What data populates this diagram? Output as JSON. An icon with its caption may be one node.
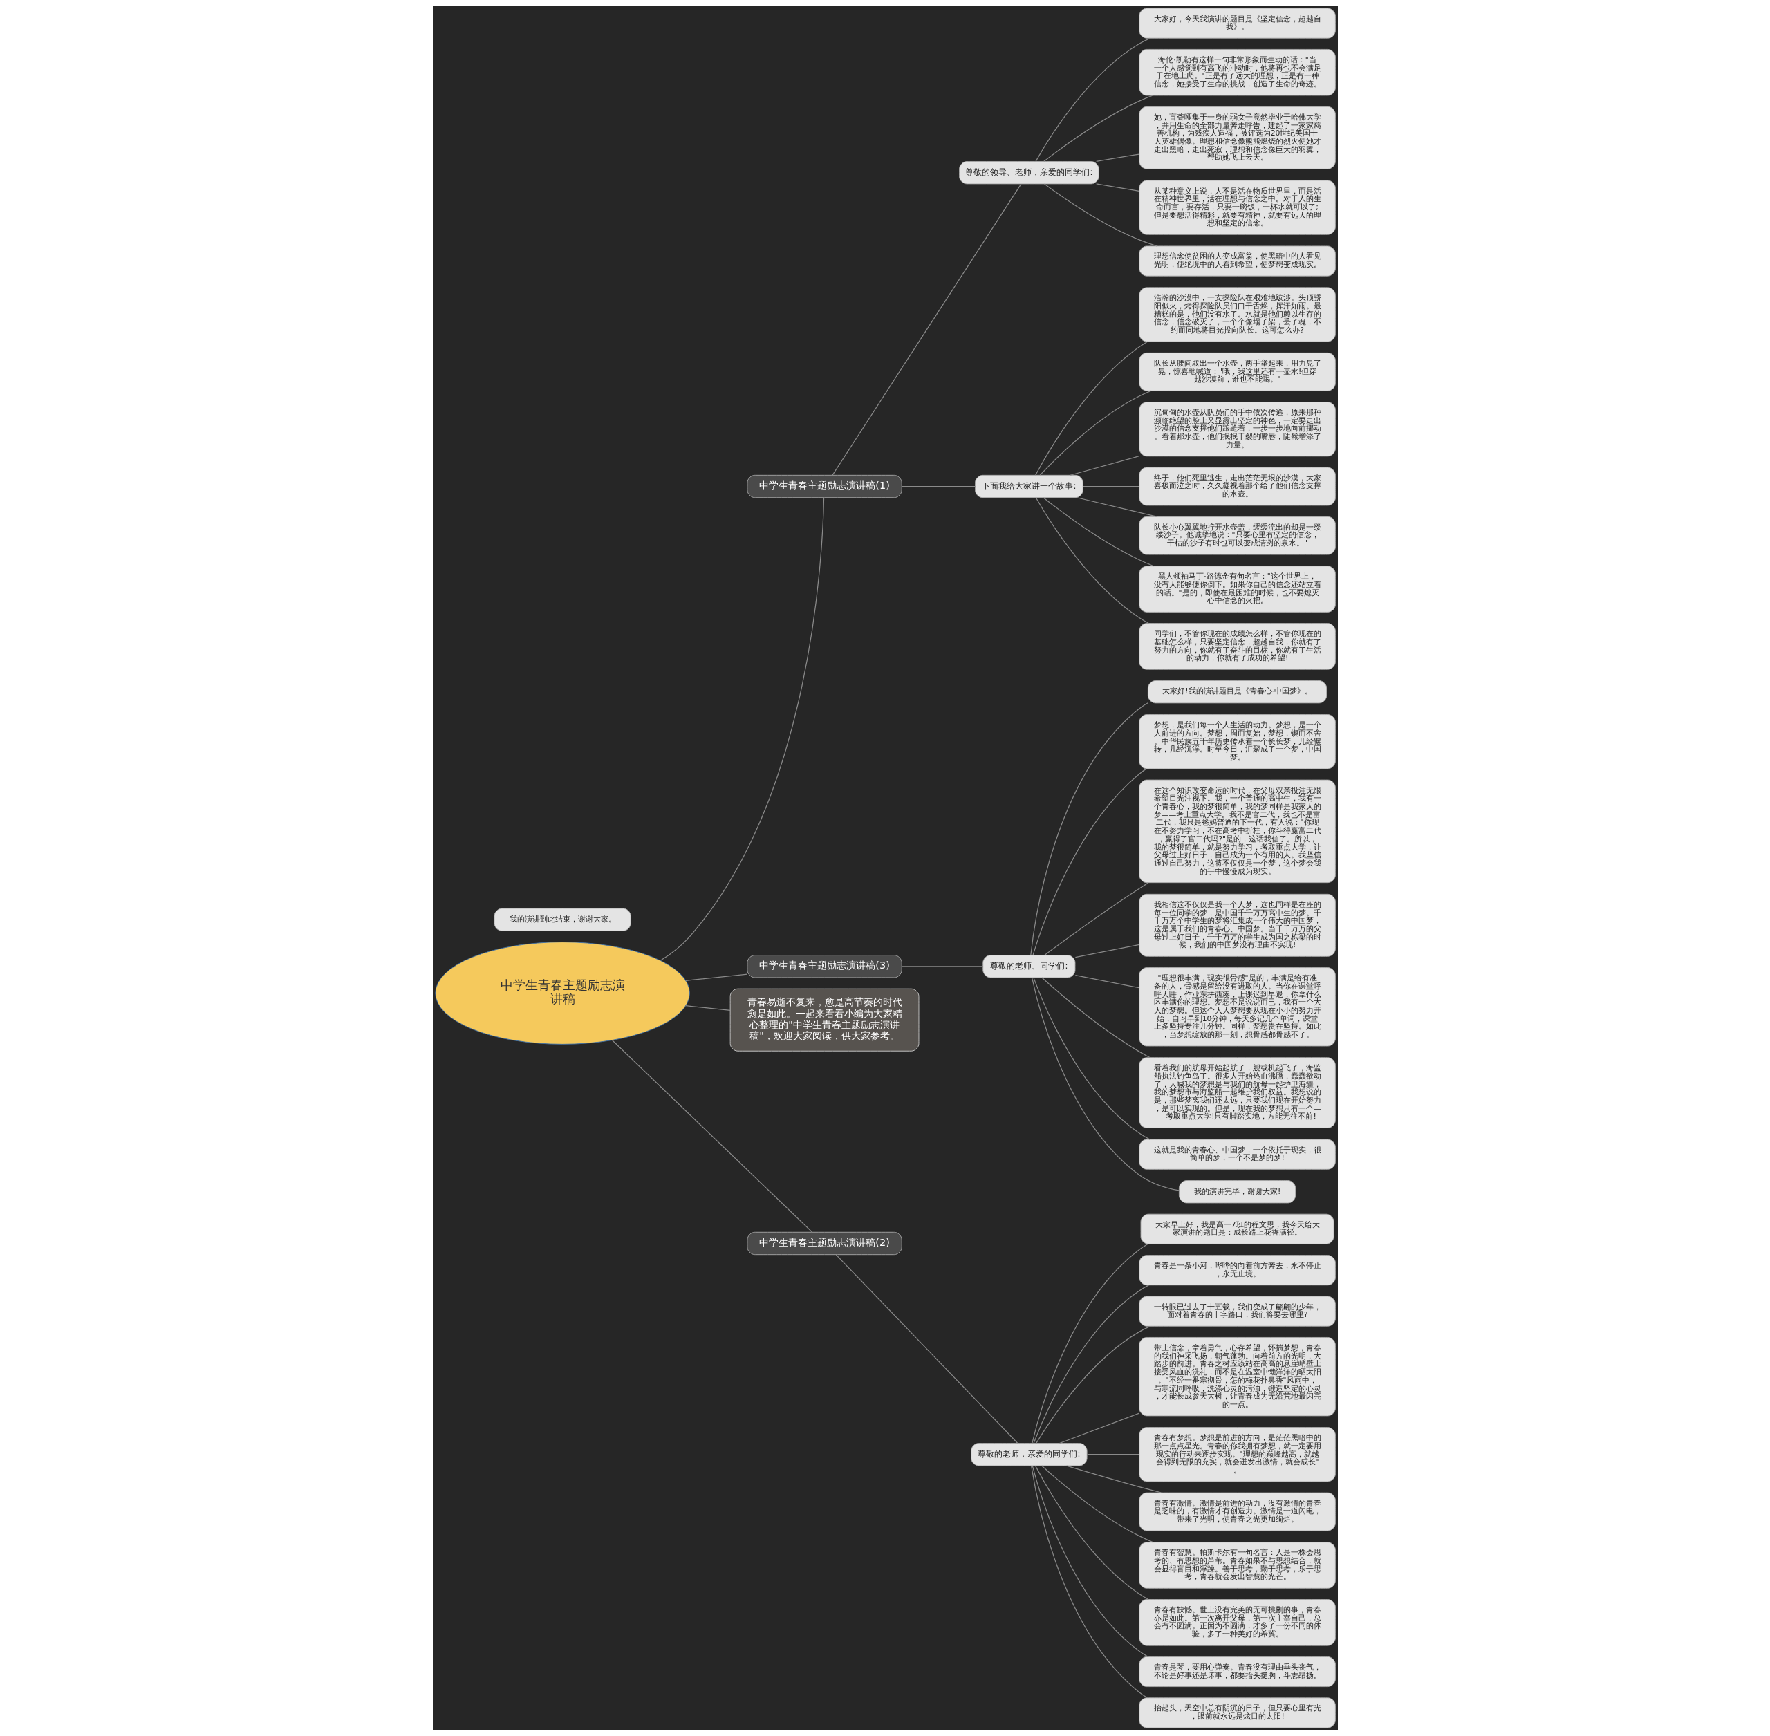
{
  "diagram": {
    "nodes": [
      {
        "text": [
          "中学生青春主题励志演讲稿"
        ]
      },
      {
        "text": [
          "中学生青春主题励志演讲稿(1)"
        ]
      },
      {
        "text": [
          "尊敬的领导、老师，亲爱的同学们:"
        ]
      },
      {
        "text": [
          "大家好，今天我演讲的题目是《坚定信念，超越自我》。"
        ]
      },
      {
        "text": [
          "海伦·凯勒有这样一句非常形象而生动的话：\"当一个人感觉到有高飞的冲动时，他将再也不会满足于在地上爬。\"正是有了远大的理想，正是有一种信念，她接受了生命的挑战，创造了生命的奇迹。"
        ]
      },
      {
        "text": [
          "她，盲聋哑集于一身的弱女子竟然毕业于哈佛大学，并用生命的全部力量奔走呼告，建起了一家家慈善机构，为残疾人造福，被评选为20世纪美国十大英雄偶像。理想和信念像熊熊燃烧的烈火使她才走出黑暗，走出死寂，理想和信念像巨大的羽翼，帮助她飞上云天。"
        ]
      },
      {
        "text": [
          "从某种意义上说，人不是活在物质世界里，而是活在精神世界里，活在理想与信念之中。对于人的生命而言，要存活，只要一碗饭，一杯水就可以了;但是要想活得精彩，就要有精神，就要有远大的理想和坚定的信念。"
        ]
      },
      {
        "text": [
          "理想信念使贫困的人变成富翁，使黑暗中的人看见光明，使绝境中的人看到希望，使梦想变成现实。"
        ]
      },
      {
        "text": [
          "下面我给大家讲一个故事:"
        ]
      },
      {
        "text": [
          "浩瀚的沙漠中，一支探险队在艰难地跋涉。头顶骄阳似火，烤得探险队员们口干舌燥，挥汗如雨。最糟糕的是，他们没有水了。水就是他们赖以生存的信念，信念破灭了，一个个像塌了架，丢了魂，不约而同地将目光投向队长。这可怎么办?"
        ]
      },
      {
        "text": [
          "队长从腰间取出一个水壶，两手举起来，用力晃了晃，惊喜地喊道：\"哦，我这里还有一壶水!但穿越沙漠前，谁也不能喝。\""
        ]
      },
      {
        "text": [
          "沉甸甸的水壶从队员们的手中依次传递，原来那种濒临绝望的脸上又显露出坚定的神色，一定要走出沙漠的信念支撑他们踉跄着，一步一步地向前挪动。看着那水壶，他们抿抿干裂的嘴唇，陡然增添了力量。"
        ]
      },
      {
        "text": [
          "终于，他们死里逃生，走出茫茫无垠的沙漠，大家喜极而泣之时，久久凝视着那个给了他们信念支撑的水壶。"
        ]
      },
      {
        "text": [
          "队长小心翼翼地拧开水壶盖，缓缓流出的却是一缕缕沙子。他诚挚地说：\"只要心里有坚定的信念，干枯的沙子有时也可以变成清冽的泉水。\""
        ]
      },
      {
        "text": [
          "黑人领袖马丁·路德金有句名言：\"这个世界上，没有人能够使你倒下。如果你自己的信念还站立着的话。\"是的，即使在最困难的时候，也不要熄灭心中信念的火把。"
        ]
      },
      {
        "text": [
          "同学们，不管你现在的成绩怎么样，不管你现在的基础怎么样，只要坚定信念，超越自我，你就有了努力的方向，你就有了奋斗的目标，你就有了生活的动力，你就有了成功的希望!"
        ]
      },
      {
        "text": [
          "中学生青春主题励志演讲稿(3)"
        ]
      },
      {
        "text": [
          "尊敬的老师、同学们:"
        ]
      },
      {
        "text": [
          "大家好!我的演讲题目是《青春心·中国梦》。"
        ]
      },
      {
        "text": [
          "梦想，是我们每一个人生活的动力。梦想，是一个人前进的方向。梦想，周而复始，梦想，锲而不舍。中华民族五千年历史传承着一个长长梦，几经辗转，几经沉浮。时至今日，汇聚成了一个梦，中国梦。"
        ]
      },
      {
        "text": [
          "在这个知识改变命运的时代，在父母双亲投注无限希望目光注视下。我，一个普通的高中生，我有一个青春心，我的梦很简单，我的梦同样是我家人的梦——考上重点大学。我不是官二代，我也不是富二代，我只是爸妈普通的下一代，有人说：\"你现在不努力学习，不在高考中折桂，你斗得赢富二代，赢得了官二代吗?\"是的，这话我信了。所以，我的梦很简单，就是努力学习，考取重点大学，让父母过上好日子，自己成为一个有用的人。我坚信通过自己努力，这将不仅仅是一个梦，这个梦会我的手中慢慢成为现实。"
        ]
      },
      {
        "text": [
          "我相信这不仅仅是我一个人梦，这也同样是在座的每一位同学的梦，是中国千千万万高中生的梦。千千万万个中学生的梦将汇集成一个伟大的中国梦，这是属于我们的青春心、中国梦。当千千万万的父母过上好日子，千千万万的学生成为国之栋梁的时候，我们的中国梦没有理由不实现!"
        ]
      },
      {
        "text": [
          "\"理想很丰满，现实很骨感\"是的，丰满是给有准备的人，骨感是留给没有进取的人。当你在课堂呼呼大睡，作业东拼西凑，上课迟到早退，你拿什么区丰满你的理想。梦想不是说说而已，我有一个大大的梦想。但这个大大梦想要从现在小小的努力开始，自习早到10分钟，每天多记几个单词，课堂上多坚持专注几分钟。同样，梦想贵在坚持。如此，当梦想绽放的那一刻，想骨感都骨感不了。"
        ]
      },
      {
        "text": [
          "看着我们的航母开始起航了，舰载机起飞了，海监船执法钓鱼岛了。很多人开始热血沸腾，蠢蠢欲动了，大喊我的梦想是与我们的航母一起护卫海疆，我的梦想市与海监船一起维护我们权益。我想说的是，那些梦离我们还太远，只要我们现在开始努力，是可以实现的。但是，现在我的梦想只有一个——考取重点大学!只有脚踏实地，方能无往不前!"
        ]
      },
      {
        "text": [
          "这就是我的青春心、中国梦，一个依托于现实，很简单的梦，一个不是梦的梦!"
        ]
      },
      {
        "text": [
          "我的演讲完毕，谢谢大家!"
        ]
      },
      {
        "text": [
          "青春易逝不复来，愈是高节奏的时代愈是如此。一起来看看小编为大家精心整理的\"中学生青春主题励志演讲稿\"，欢迎大家阅读，供大家参考。"
        ]
      },
      {
        "text": [
          "中学生青春主题励志演讲稿(2)"
        ]
      },
      {
        "text": [
          "尊敬的老师，亲爱的同学们:"
        ]
      },
      {
        "text": [
          "大家早上好，我是高一7班的程文思，我今天给大家演讲的题目是：成长路上花香满径。"
        ]
      },
      {
        "text": [
          "青春是一条小河，哗哗的向着前方奔去，永不停止，永无止境。"
        ]
      },
      {
        "text": [
          "一转眼已过去了十五载，我们变成了翩翩的少年，面对着青春的十字路口，我们将要去哪里?"
        ]
      },
      {
        "text": [
          "带上信念，拿着勇气，心存希望，怀揣梦想，青春的我们神采飞扬，朝气蓬勃。向着前方的光明，大踏步的前进。青春之树应该站在高高的悬崖峭壁上接受风血的洗礼，而不是在温室中懒洋洋的晒太阳。\"不经一番寒彻骨，怎的梅花扑鼻香\"风雨中，与寒流同呼吸，洗涤心灵的污浊，锻造坚定的心灵，才能长成参天大树，让青春成为无沿荒地最闪亮的一点。"
        ]
      },
      {
        "text": [
          "青春有梦想。梦想是前进的方向，是茫茫黑暗中的那一点点星光。青春的你我拥有梦想，就一定要用现实的行动来逐步实现。\"理想的巅峰越高，就越会得到无限的充实，就会迸发出激情，就会成长\"。"
        ]
      },
      {
        "text": [
          "青春有激情。激情是前进的动力，没有激情的青春是乏味的，有激情才有创造力。激情是一道闪电，带来了光明，使青春之光更加绚烂。"
        ]
      },
      {
        "text": [
          "青春有智慧。帕斯卡尔有一句名言：人是一株会思考的、有思想的芦苇。青春如果不与思想结合，就会显得盲目和浮躁。善于思考，勤于思考，乐于思考，青春就会发出智慧的光芒。"
        ]
      },
      {
        "text": [
          "青春有缺憾。世上没有完美的无可挑剔的事，青春亦是如此。第一次离开父母，第一次主宰自己，总会有不圆满。正因为不圆满，才多了一份不同的体验，多了一种美好的希冀。"
        ]
      },
      {
        "text": [
          "青春是琴，要用心弹奏。青春没有理由垂头丧气，不论是好事还是坏事，都要抬头挺胸，斗志昂扬。"
        ]
      },
      {
        "text": [
          "抬起头，天空中总有阴沉的日子，但只要心里有光，眼前就永远是炫目的太阳!"
        ]
      },
      {
        "text": [
          "我的演讲到此结束，谢谢大家。"
        ]
      }
    ],
    "edges": [
      {
        "from": 0,
        "to": 1,
        "arrow": "none"
      },
      {
        "from": 1,
        "to": 2,
        "arrow": "none"
      },
      {
        "from": 2,
        "to": 3,
        "arrow": "none"
      },
      {
        "from": 2,
        "to": 4,
        "arrow": "none"
      },
      {
        "from": 2,
        "to": 5,
        "arrow": "none"
      },
      {
        "from": 2,
        "to": 6,
        "arrow": "none"
      },
      {
        "from": 2,
        "to": 7,
        "arrow": "none"
      },
      {
        "from": 1,
        "to": 8,
        "arrow": "none"
      },
      {
        "from": 8,
        "to": 9,
        "arrow": "none"
      },
      {
        "from": 8,
        "to": 10,
        "arrow": "none"
      },
      {
        "from": 8,
        "to": 11,
        "arrow": "none"
      },
      {
        "from": 8,
        "to": 12,
        "arrow": "none"
      },
      {
        "from": 8,
        "to": 13,
        "arrow": "none"
      },
      {
        "from": 8,
        "to": 14,
        "arrow": "none"
      },
      {
        "from": 8,
        "to": 15,
        "arrow": "none"
      },
      {
        "from": 0,
        "to": 16,
        "arrow": "none"
      },
      {
        "from": 16,
        "to": 17,
        "arrow": "none"
      },
      {
        "from": 17,
        "to": 18,
        "arrow": "none"
      },
      {
        "from": 17,
        "to": 19,
        "arrow": "none"
      },
      {
        "from": 17,
        "to": 20,
        "arrow": "none"
      },
      {
        "from": 17,
        "to": 21,
        "arrow": "none"
      },
      {
        "from": 17,
        "to": 22,
        "arrow": "none"
      },
      {
        "from": 17,
        "to": 23,
        "arrow": "none"
      },
      {
        "from": 17,
        "to": 24,
        "arrow": "none"
      },
      {
        "from": 17,
        "to": 25,
        "arrow": "none"
      },
      {
        "from": 0,
        "to": 26,
        "arrow": "none"
      },
      {
        "from": 0,
        "to": 27,
        "arrow": "none"
      },
      {
        "from": 27,
        "to": 28,
        "arrow": "none"
      },
      {
        "from": 28,
        "to": 29,
        "arrow": "none"
      },
      {
        "from": 28,
        "to": 30,
        "arrow": "none"
      },
      {
        "from": 28,
        "to": 31,
        "arrow": "none"
      },
      {
        "from": 28,
        "to": 32,
        "arrow": "none"
      },
      {
        "from": 28,
        "to": 33,
        "arrow": "none"
      },
      {
        "from": 28,
        "to": 34,
        "arrow": "none"
      },
      {
        "from": 28,
        "to": 35,
        "arrow": "none"
      },
      {
        "from": 28,
        "to": 36,
        "arrow": "none"
      },
      {
        "from": 28,
        "to": 37,
        "arrow": "none"
      },
      {
        "from": 28,
        "to": 38,
        "arrow": "none"
      }
    ]
  }
}
